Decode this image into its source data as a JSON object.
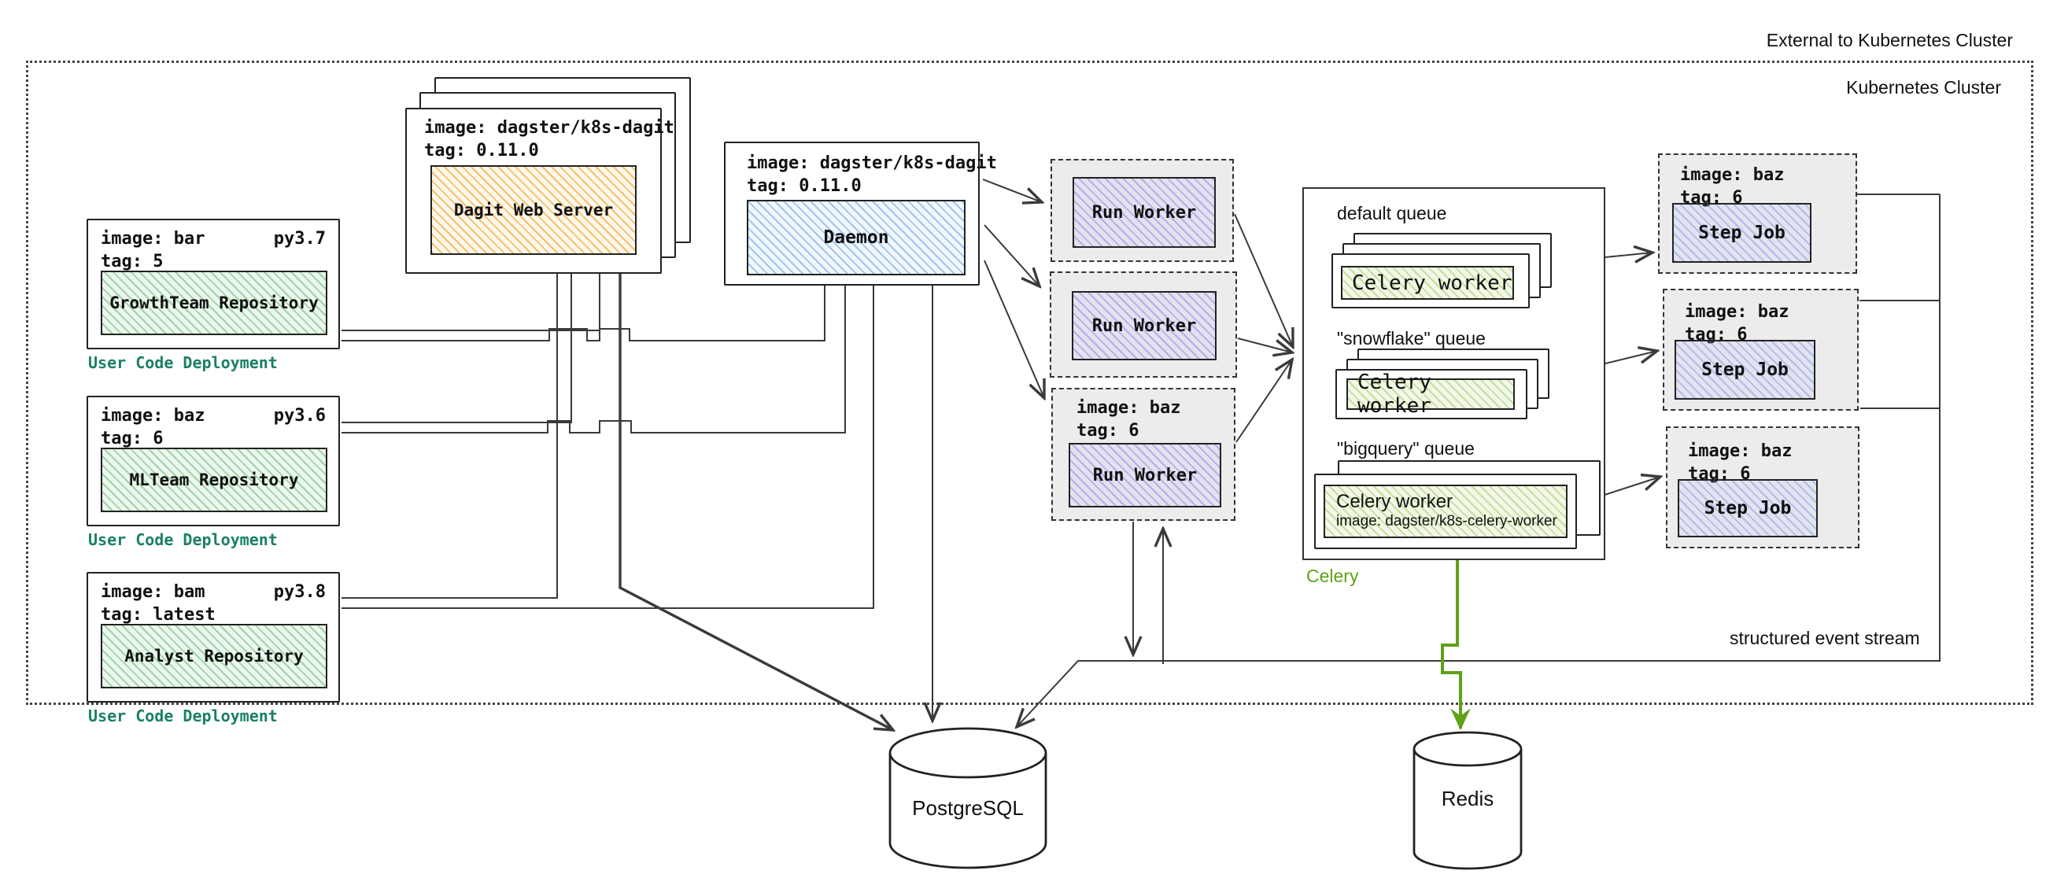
{
  "diagram": {
    "labels": {
      "external": "External to Kubernetes Cluster",
      "cluster": "Kubernetes Cluster",
      "event_stream": "structured event stream",
      "celery_caption": "Celery"
    },
    "user_code_deployments": [
      {
        "image": "image: bar",
        "python": "py3.7",
        "tag": "tag: 5",
        "repository": "GrowthTeam Repository",
        "caption": "User Code Deployment"
      },
      {
        "image": "image: baz",
        "python": "py3.6",
        "tag": "tag: 6",
        "repository": "MLTeam Repository",
        "caption": "User Code Deployment"
      },
      {
        "image": "image: bam",
        "python": "py3.8",
        "tag": "tag: latest",
        "repository": "Analyst Repository",
        "caption": "User Code Deployment"
      }
    ],
    "dagit": {
      "image": "image: dagster/k8s-dagit",
      "tag": "tag: 0.11.0",
      "label": "Dagit Web Server"
    },
    "daemon": {
      "image": "image: dagster/k8s-dagit",
      "tag": "tag: 0.11.0",
      "label": "Daemon"
    },
    "run_workers": [
      {
        "label": "Run Worker"
      },
      {
        "label": "Run Worker"
      },
      {
        "label": "Run Worker",
        "image": "image: baz",
        "tag": "tag: 6"
      }
    ],
    "queues": [
      {
        "name": "default queue",
        "worker": "Celery worker"
      },
      {
        "name": "\"snowflake\" queue",
        "worker": "Celery worker"
      },
      {
        "name": "\"bigquery\" queue",
        "worker": "Celery worker",
        "worker_image": "image: dagster/k8s-celery-worker"
      }
    ],
    "step_jobs": [
      {
        "image": "image: baz",
        "tag": "tag: 6",
        "label": "Step Job"
      },
      {
        "image": "image: baz",
        "tag": "tag: 6",
        "label": "Step Job"
      },
      {
        "image": "image: baz",
        "tag": "tag: 6",
        "label": "Step Job"
      }
    ],
    "databases": {
      "postgres": "PostgreSQL",
      "redis": "Redis"
    },
    "colors": {
      "hatch_orange": "#f0aa3c",
      "hatch_blue": "#6ea5e6",
      "hatch_purple": "#8c78eb",
      "hatch_green": "#50af5f",
      "hatch_lime": "#8cbe3c",
      "teal_label": "#1a8065",
      "green_label": "#5fa216",
      "line": "#3a3a3a",
      "container_bg": "#ececec"
    }
  }
}
